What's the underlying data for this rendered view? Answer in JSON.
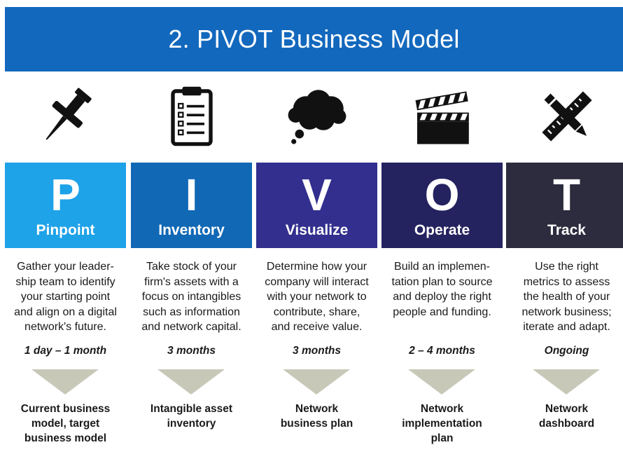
{
  "title": "2. PIVOT Business Model",
  "colors": {
    "header": "#1268bd",
    "triangle": "#c8c8b8"
  },
  "columns": [
    {
      "letter": "P",
      "name": "Pinpoint",
      "color": "#1ea2e8",
      "icon": "pushpin-icon",
      "description_lines": [
        "Gather your leader-",
        "ship team to identify",
        "your starting point",
        "and align on a digital",
        "network's future."
      ],
      "duration": "1 day – 1 month",
      "output_lines": [
        "Current business",
        "model, target",
        "business model"
      ]
    },
    {
      "letter": "I",
      "name": "Inventory",
      "color": "#1168b5",
      "icon": "clipboard-checklist-icon",
      "description_lines": [
        "Take stock of your",
        "firm's assets with a",
        "focus on intangibles",
        "such as information",
        "and network capital."
      ],
      "duration": "3 months",
      "output_lines": [
        "Intangible asset",
        "inventory"
      ]
    },
    {
      "letter": "V",
      "name": "Visualize",
      "color": "#322f8e",
      "icon": "thought-cloud-icon",
      "description_lines": [
        "Determine how your",
        "company will interact",
        "with your network to",
        "contribute, share,",
        "and receive value."
      ],
      "duration": "3 months",
      "output_lines": [
        "Network",
        "business plan"
      ]
    },
    {
      "letter": "O",
      "name": "Operate",
      "color": "#24225f",
      "icon": "clapperboard-icon",
      "description_lines": [
        "Build an implemen-",
        "tation plan to source",
        "and deploy the right",
        "people and funding."
      ],
      "duration": "2 – 4 months",
      "output_lines": [
        "Network",
        "implementation",
        "plan"
      ]
    },
    {
      "letter": "T",
      "name": "Track",
      "color": "#2c2c3e",
      "icon": "ruler-pencil-icon",
      "description_lines": [
        "Use the right",
        "metrics to assess",
        "the health of your",
        "network business;",
        "iterate and adapt."
      ],
      "duration": "Ongoing",
      "output_lines": [
        "Network",
        "dashboard"
      ]
    }
  ]
}
